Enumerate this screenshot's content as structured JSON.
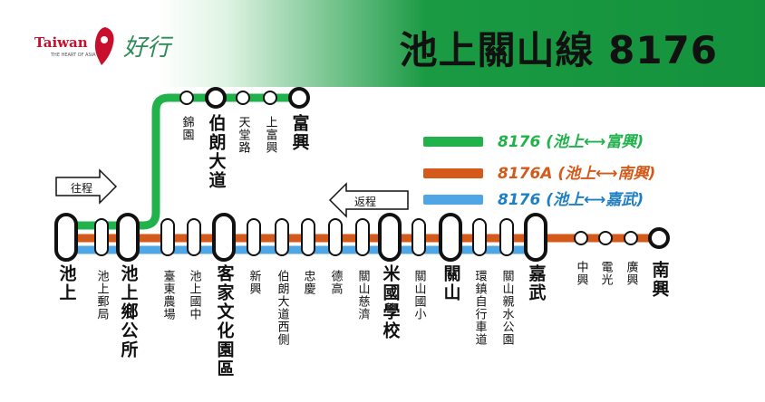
{
  "header": {
    "title": "池上關山線 8176",
    "logo_text": "Taiwan",
    "logo_tagline": "THE HEART OF ASIA",
    "logo_script": "好行"
  },
  "colors": {
    "green": "#22b24c",
    "orange": "#d35a1a",
    "blue": "#4ea7e4",
    "stop_outline": "#111111"
  },
  "legend": [
    {
      "text": "8176 (池上⟷富興)",
      "color": "#22b24c"
    },
    {
      "text": "8176A (池上⟷南興)",
      "color": "#d35a1a"
    },
    {
      "text": "8176 (池上⟷嘉武)",
      "color": "#1f7fc2"
    }
  ],
  "directions": {
    "outbound": "往程",
    "return": "返程"
  },
  "main_stations": [
    {
      "name": "池上",
      "major": true
    },
    {
      "name": "池上郵局",
      "major": false
    },
    {
      "name": "池上鄉公所",
      "major": true
    },
    {
      "name": "臺東農場",
      "major": false
    },
    {
      "name": "池上國中",
      "major": false
    },
    {
      "name": "客家文化園區",
      "major": true
    },
    {
      "name": "新興",
      "major": false
    },
    {
      "name": "伯朗大道西側",
      "major": false
    },
    {
      "name": "忠慶",
      "major": false
    },
    {
      "name": "德高",
      "major": false
    },
    {
      "name": "關山慈濟",
      "major": false
    },
    {
      "name": "米國學校",
      "major": true
    },
    {
      "name": "關山國小",
      "major": false
    },
    {
      "name": "關山",
      "major": true
    },
    {
      "name": "環鎮自行車道",
      "major": false
    },
    {
      "name": "關山親水公園",
      "major": false
    },
    {
      "name": "嘉武",
      "major": true
    }
  ],
  "nanxing_branch": [
    {
      "name": "中興",
      "major": false
    },
    {
      "name": "電光",
      "major": false
    },
    {
      "name": "廣興",
      "major": false
    },
    {
      "name": "南興",
      "major": true
    }
  ],
  "fuxing_branch": [
    {
      "name": "錦園",
      "major": false
    },
    {
      "name": "伯朗大道",
      "major": true
    },
    {
      "name": "天堂路",
      "major": false
    },
    {
      "name": "上富興",
      "major": false
    },
    {
      "name": "富興",
      "major": true
    }
  ]
}
